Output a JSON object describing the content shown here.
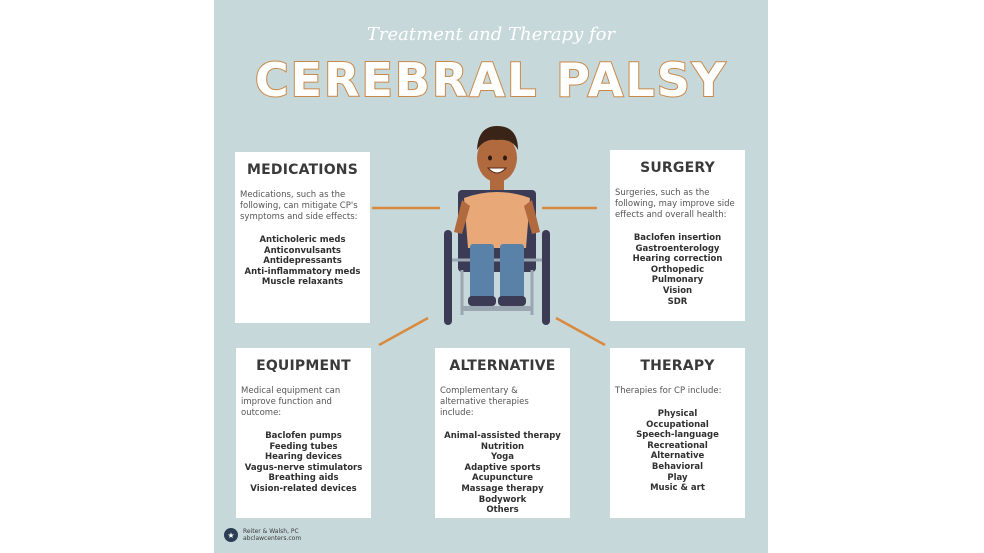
{
  "header": {
    "subtitle": "Treatment and Therapy for",
    "title": "CEREBRAL PALSY"
  },
  "cards": {
    "medications": {
      "title": "MEDICATIONS",
      "description": "Medications, such as the following, can mitigate CP's symptoms and side effects:",
      "items": [
        "Anticholeric meds",
        "Anticonvulsants",
        "Antidepressants",
        "Anti-inflammatory meds",
        "Muscle relaxants"
      ]
    },
    "surgery": {
      "title": "SURGERY",
      "description": "Surgeries, such as the following, may improve side effects and overall health:",
      "items": [
        "Baclofen insertion",
        "Gastroenterology",
        "Hearing correction",
        "Orthopedic",
        "Pulmonary",
        "Vision",
        "SDR"
      ]
    },
    "equipment": {
      "title": "EQUIPMENT",
      "description": "Medical equipment can improve function and outcome:",
      "items": [
        "Baclofen pumps",
        "Feeding tubes",
        "Hearing devices",
        "Vagus-nerve stimulators",
        "Breathing aids",
        "Vision-related devices"
      ]
    },
    "alternative": {
      "title": "ALTERNATIVE",
      "description": "Complementary & alternative therapies include:",
      "items": [
        "Animal-assisted therapy",
        "Nutrition",
        "Yoga",
        "Adaptive sports",
        "Acupuncture",
        "Massage therapy",
        "Bodywork",
        "Others"
      ]
    },
    "therapy": {
      "title": "THERAPY",
      "description": "Therapies for CP include:",
      "items": [
        "Physical",
        "Occupational",
        "Speech-language",
        "Recreational",
        "Alternative",
        "Behavioral",
        "Play",
        "Music & art"
      ]
    }
  },
  "footer": {
    "company": "Reiter & Walsh, PC",
    "website": "abclawcenters.com"
  },
  "colors": {
    "background": "#c7d8da",
    "accent": "#d98a3d",
    "title_outline": "#c98a4a"
  }
}
